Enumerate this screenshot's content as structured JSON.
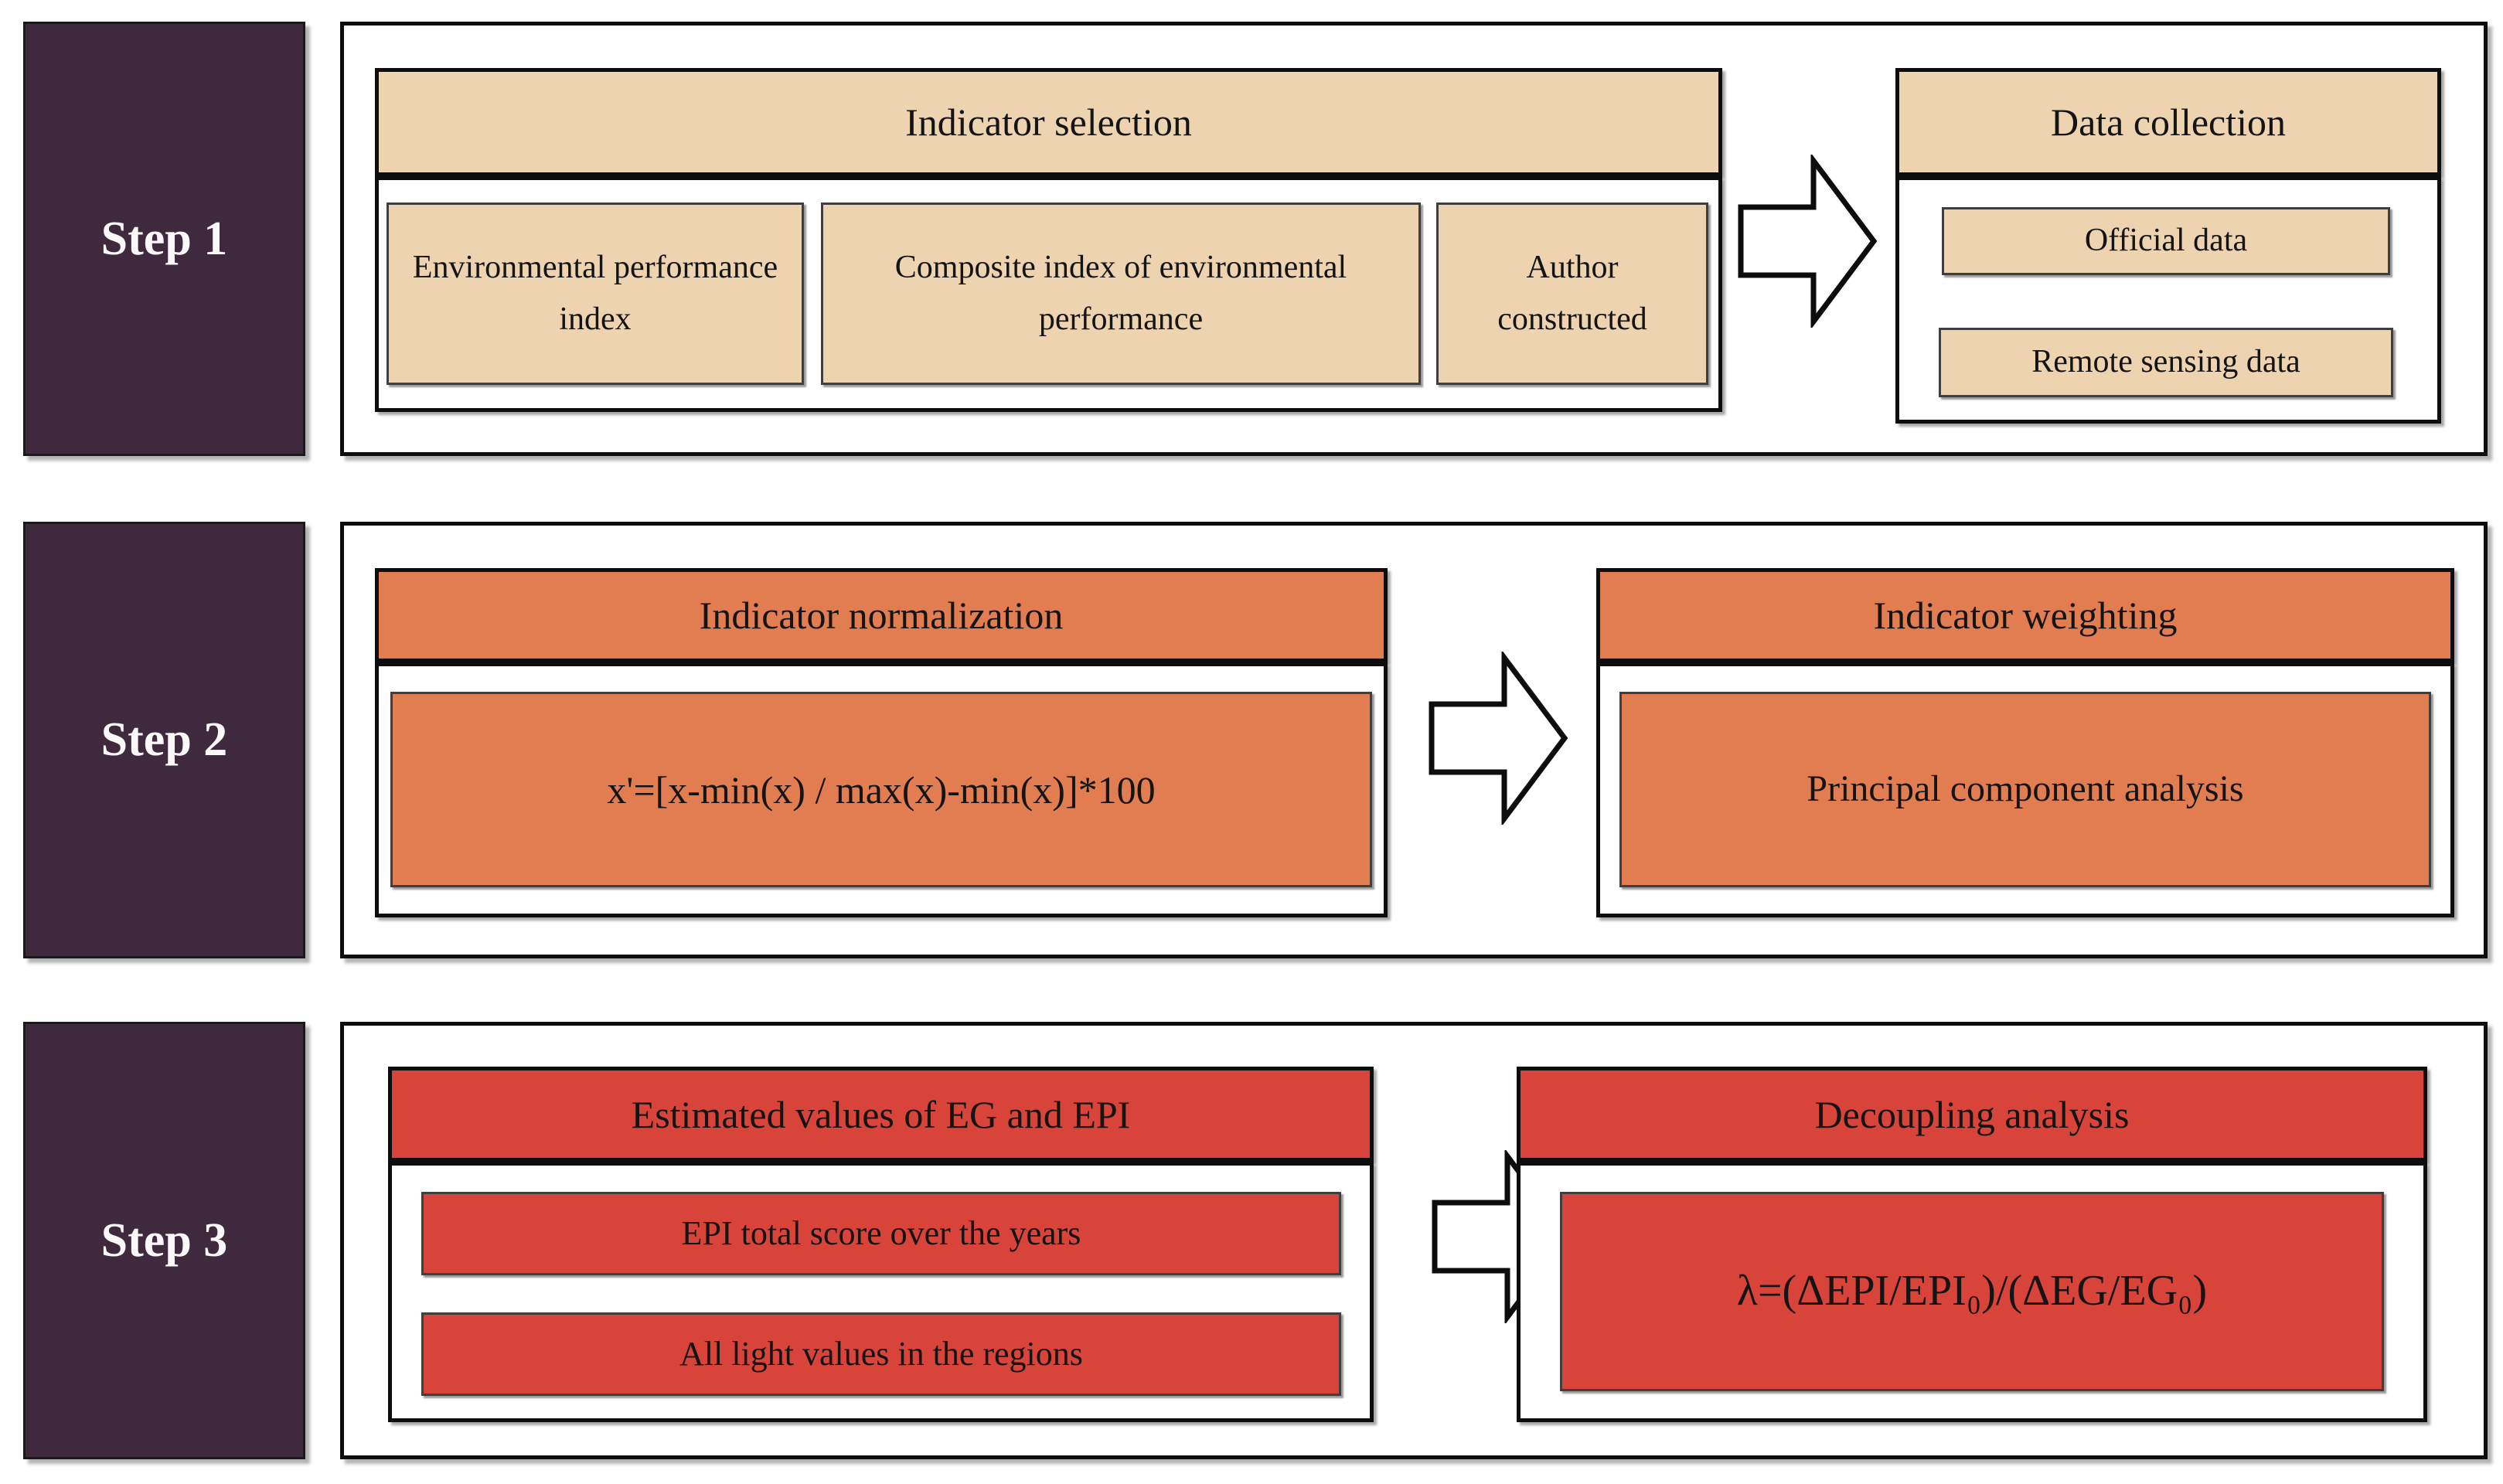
{
  "title": "Three-step methodology flow diagram",
  "colors": {
    "step_label_bg": "#3f2a3d",
    "step1_box": "#edd3b0",
    "step2_box": "#e27d52",
    "step3_box": "#d8443a",
    "border": "#0d0d0d"
  },
  "steps": [
    {
      "label": "Step 1",
      "groups": [
        {
          "title": "Indicator selection",
          "items": [
            "Environmental performance index",
            "Composite index of environmental performance",
            "Author constructed"
          ]
        },
        {
          "title": "Data collection",
          "items": [
            "Official data",
            "Remote sensing data"
          ]
        }
      ]
    },
    {
      "label": "Step 2",
      "groups": [
        {
          "title": "Indicator normalization",
          "items": [
            "x'=[x-min(x) / max(x)-min(x)]*100"
          ]
        },
        {
          "title": "Indicator weighting",
          "items": [
            "Principal component analysis"
          ]
        }
      ]
    },
    {
      "label": "Step 3",
      "groups": [
        {
          "title": "Estimated values of EG and EPI",
          "items": [
            "EPI total score over the years",
            "All light values in the regions"
          ]
        },
        {
          "title": "Decoupling analysis",
          "items": [
            "λ=(ΔEPI/EPI₀)/(ΔEG/EG₀)"
          ]
        }
      ]
    }
  ]
}
